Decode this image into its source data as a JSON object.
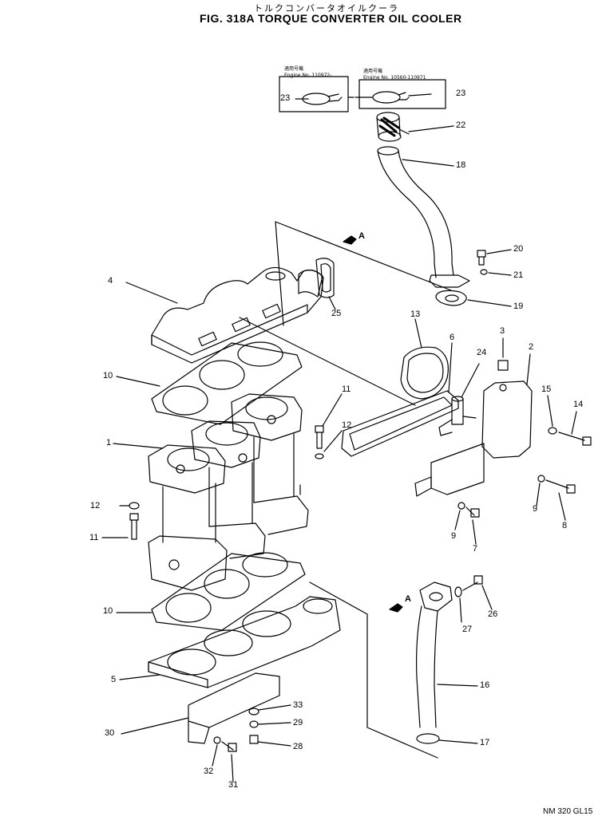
{
  "header": {
    "title_jp": "トルクコンバータオイルクーラ",
    "title_en": "FIG. 318A  TORQUE  CONVERTER  OIL  COOLER"
  },
  "serial_boxes": {
    "left": {
      "label_jp": "適用号機",
      "label": "Engine No. 110972-"
    },
    "right": {
      "label_jp": "適用号機",
      "label": "Engine No. 10560-110971"
    }
  },
  "callouts": [
    "23",
    "23",
    "22",
    "18",
    "20",
    "21",
    "19",
    "13",
    "6",
    "3",
    "2",
    "24",
    "15",
    "14",
    "4",
    "25",
    "10",
    "1",
    "11",
    "12",
    "12",
    "11",
    "9",
    "8",
    "9",
    "7",
    "10",
    "5",
    "30",
    "33",
    "29",
    "28",
    "32",
    "31",
    "16",
    "17",
    "27",
    "26"
  ],
  "view_markers": [
    "A",
    "A"
  ],
  "footer": {
    "code": "NM 320 GL15"
  }
}
